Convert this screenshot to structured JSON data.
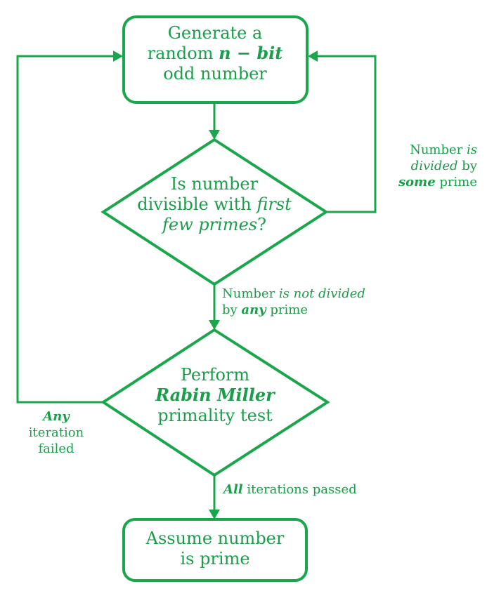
{
  "colors": {
    "accent": "#1aa64a",
    "text": "#1a9e4a",
    "background": "#ffffff"
  },
  "nodes": {
    "generate": {
      "line1": "Generate a",
      "line2_prefix": "random ",
      "line2_math": "n − bit",
      "line3": "odd number"
    },
    "divisible_check": {
      "line1": "Is number",
      "line2_prefix": "divisible with ",
      "line2_emph": "first",
      "line3_emph": "few primes",
      "line3_suffix": "?"
    },
    "rabin_miller": {
      "line1": "Perform",
      "line2_emph": "Rabin Miller",
      "line3": "primality test"
    },
    "assume_prime": {
      "line1": "Assume number",
      "line2": "is prime"
    }
  },
  "edges": {
    "divided": {
      "line1_prefix": "Number ",
      "line1_emph": "is",
      "line2_emph": "divided",
      "line2_suffix": " by",
      "line3_emph": "some",
      "line3_suffix": " prime"
    },
    "not_divided": {
      "line1_prefix": "Number ",
      "line1_emph": "is not divided",
      "line2_prefix": "by ",
      "line2_emph": "any",
      "line2_suffix": " prime"
    },
    "failed": {
      "line1_emph": "Any",
      "line2": "iteration",
      "line3": "failed"
    },
    "passed": {
      "line1_emph": "All",
      "line1_suffix": " iterations passed"
    }
  }
}
